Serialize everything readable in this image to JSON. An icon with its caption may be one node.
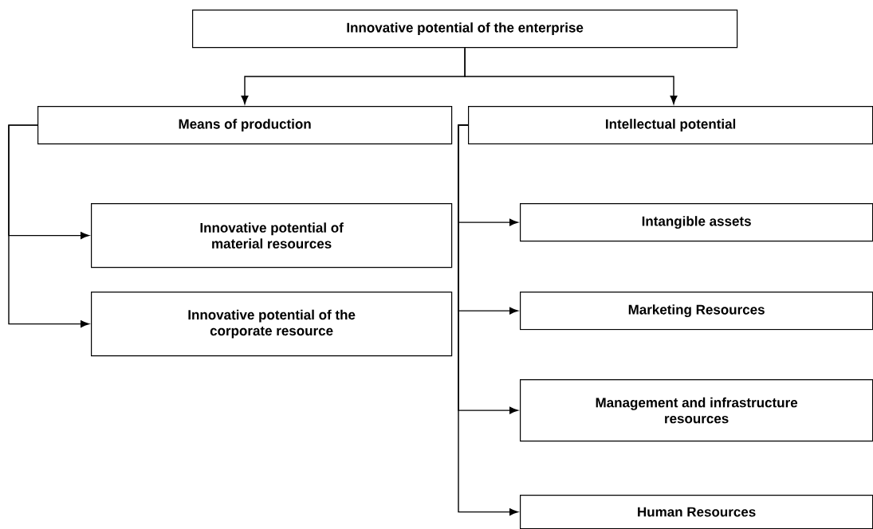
{
  "diagram": {
    "nodes": [
      {
        "text": [
          "Innovative potential of the enterprise"
        ]
      },
      {
        "text": [
          "Means of production"
        ]
      },
      {
        "text": [
          "Intellectual potential"
        ]
      },
      {
        "text": [
          "Innovative potential of material resources"
        ]
      },
      {
        "text": [
          "Innovative potential of the corporate resource"
        ]
      },
      {
        "text": [
          "Intangible assets"
        ]
      },
      {
        "text": [
          "Marketing Resources"
        ]
      },
      {
        "text": [
          "Management and infrastructure resources"
        ]
      },
      {
        "text": [
          "Human Resources"
        ]
      }
    ],
    "edges": [
      {
        "from": 0,
        "to": 1,
        "arrow": "to"
      },
      {
        "from": 0,
        "to": 2,
        "arrow": "to"
      },
      {
        "from": 1,
        "to": 3,
        "arrow": "to"
      },
      {
        "from": 1,
        "to": 4,
        "arrow": "to"
      },
      {
        "from": 2,
        "to": 5,
        "arrow": "to"
      },
      {
        "from": 2,
        "to": 6,
        "arrow": "to"
      },
      {
        "from": 2,
        "to": 7,
        "arrow": "to"
      },
      {
        "from": 2,
        "to": 8,
        "arrow": "to"
      }
    ]
  }
}
